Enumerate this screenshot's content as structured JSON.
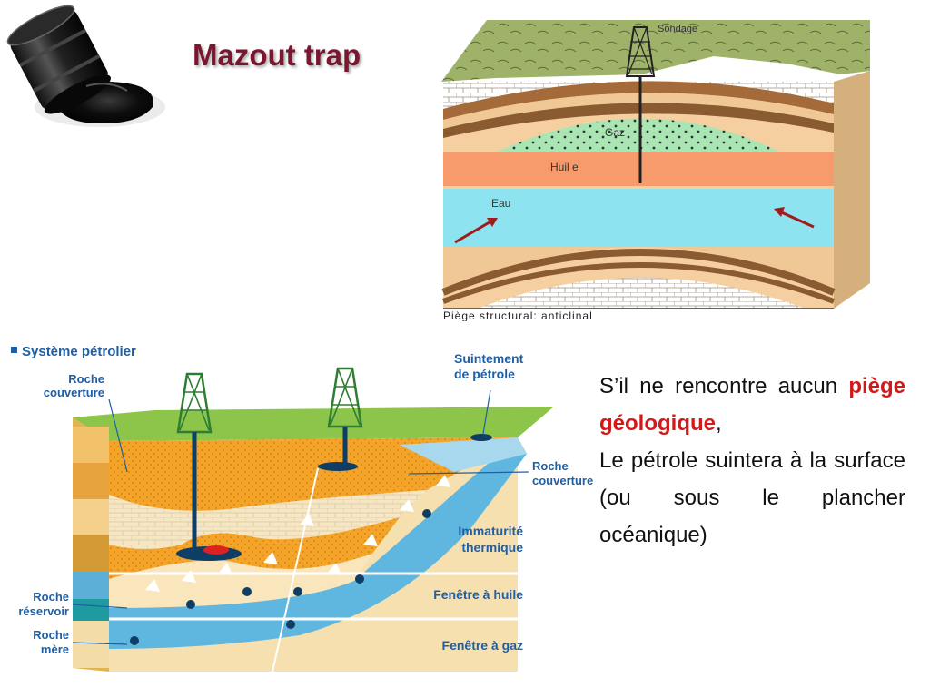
{
  "title": "Mazout trap",
  "anticline_diagram": {
    "drill_label": "Sondage",
    "gas_label": "Gaz",
    "oil_label": "Huil e",
    "water_label": "Eau",
    "caption": "Piège structural: anticlinal"
  },
  "petroleum_system": {
    "heading": "Système pétrolier",
    "cap_rock_top": [
      "Roche",
      "couverture"
    ],
    "seep": [
      "Suintement",
      "de pétrole"
    ],
    "cap_rock_right": [
      "Roche",
      "couverture"
    ],
    "immaturity": [
      "Immaturité",
      "thermique"
    ],
    "oil_window": "Fenêtre à huile",
    "gas_window": "Fenêtre à gaz",
    "reservoir_rock": [
      "Roche",
      "réservoir"
    ],
    "source_rock": [
      "Roche",
      "mère"
    ]
  },
  "body_text": {
    "line1": "S’il ne rencontre aucun",
    "emphasis": "piège géologique",
    "comma": ",",
    "line2": "Le pétrole suintera à la surface (ou sous le plancher océanique)"
  },
  "colors": {
    "title": "#7b1630",
    "emphasis": "#d11a1a",
    "label_blue": "#1f5fa6"
  }
}
